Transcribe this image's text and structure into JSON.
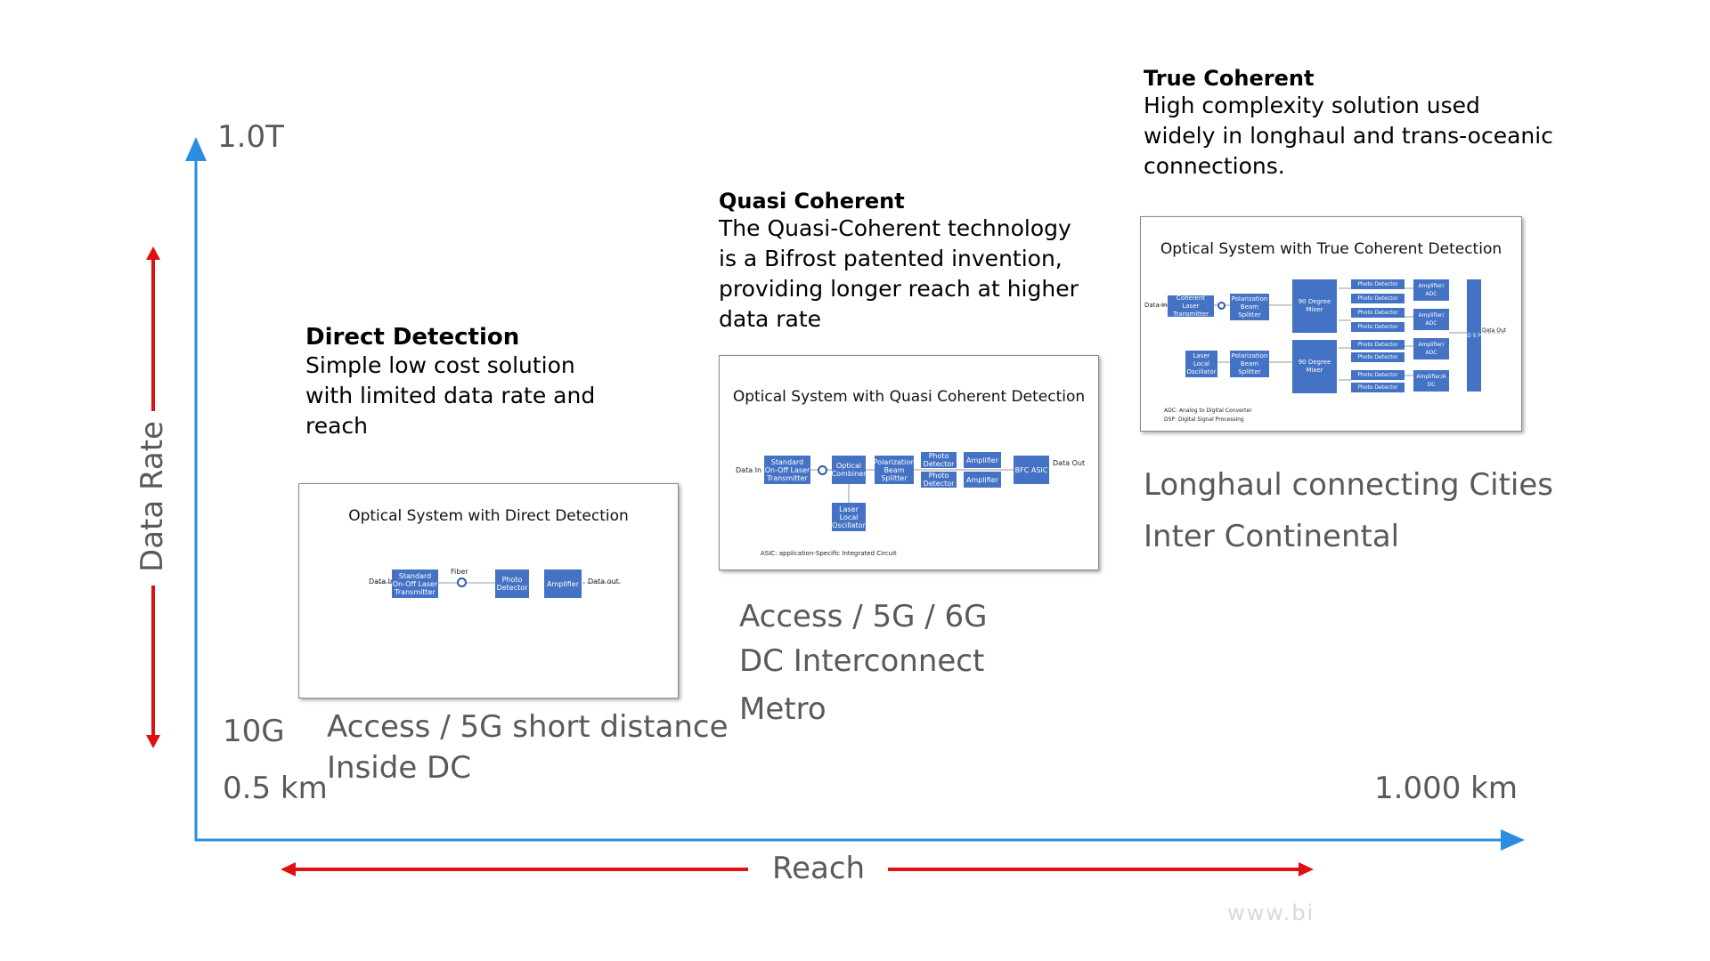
{
  "axes": {
    "y_top_label": "1.0T",
    "y_bottom_label": "10G",
    "x_left_label": "0.5 km",
    "x_right_label": "1.000 km",
    "y_title": "Data Rate",
    "x_title": "Reach",
    "axis_color": "#2b8de0",
    "arrow_color": "#e01010"
  },
  "direct": {
    "title": "Direct Detection",
    "desc": [
      "Simple low cost solution",
      "with limited data rate and",
      "reach"
    ],
    "uses": [
      "Access / 5G short distance",
      "Inside DC"
    ],
    "diagram": {
      "title": "Optical System with Direct Detection",
      "data_in": "Data In",
      "fiber": "Fiber",
      "blocks": [
        "Standard On-Off Laser Transmitter",
        "Photo Detector",
        "Amplifier"
      ],
      "data_out": "Data out"
    }
  },
  "quasi": {
    "title": "Quasi Coherent",
    "desc": [
      "The Quasi-Coherent technology",
      "is a Bifrost patented invention,",
      "providing longer reach at higher",
      "data rate"
    ],
    "uses": [
      "Access / 5G / 6G",
      "DC Interconnect",
      "Metro"
    ],
    "diagram": {
      "title": "Optical System with Quasi Coherent Detection",
      "data_in": "Data In",
      "blocks": [
        "Standard On-Off Laser Transmitter",
        "Optical Combiner",
        "Polarization Beam Splitter",
        "Photo Detector",
        "Photo Detector",
        "Amplifier",
        "Amplifier",
        "BFC ASIC",
        "Laser Local Oscillator"
      ],
      "data_out": "Data Out",
      "note": "ASIC: application-Specific Integrated Circuit"
    }
  },
  "true": {
    "title": "True Coherent",
    "desc": [
      "High complexity solution used",
      "widely in longhaul and trans-oceanic",
      "connections."
    ],
    "uses": [
      "Longhaul connecting Cities",
      "Inter Continental"
    ],
    "diagram": {
      "title": "Optical System with True Coherent Detection",
      "data_in": "Data In",
      "blocks": [
        "Coherent Laser Transmitter",
        "Polarization Beam Splitter",
        "Laser Local Oscillator",
        "Polarization Beam Splitter",
        "90 Degree Mixer",
        "90 Degree Mixer"
      ],
      "detectors": [
        "Photo Detector",
        "Photo Detector",
        "Photo Detector",
        "Photo Detector",
        "Photo Detector",
        "Photo Detector",
        "Photo Detector",
        "Photo Detector"
      ],
      "amps": [
        "Amplifier/ ADC",
        "Amplifier/ ADC",
        "Amplifier/ ADC",
        "Amplifier/A DC"
      ],
      "dsp": "D S P",
      "data_out": "Data Out",
      "notes": [
        "ADC: Analog to Digital Converter",
        "DSP: Digital Signal Processing"
      ]
    }
  },
  "watermark": "www.bi"
}
